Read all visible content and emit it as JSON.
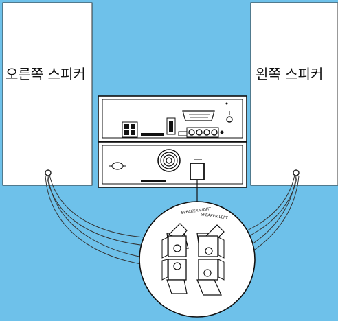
{
  "speakers": {
    "right_label": "오른쪽 스피커",
    "left_label": "왼쪽 스피커"
  },
  "terminals": {
    "right_label": "SPEAKER RIGHT",
    "left_label": "SPEAKER LEFT"
  },
  "colors": {
    "background": "#6ec1ea",
    "panel": "#ffffff",
    "outline": "#1a1a1a"
  }
}
